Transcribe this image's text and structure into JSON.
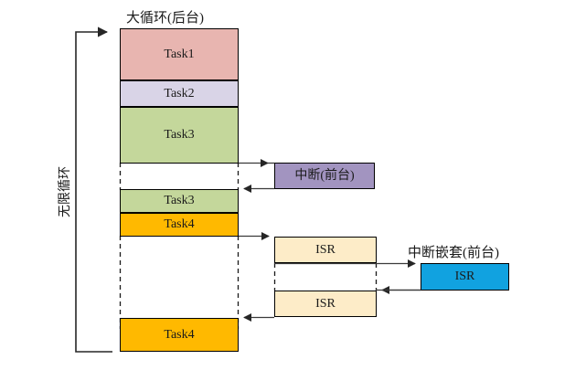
{
  "diagram": {
    "title_main": "大循环(后台)",
    "title_nested": "中断嵌套(前台)",
    "loop_label": "无限循环",
    "colors": {
      "task1": "#e8b5b0",
      "task2": "#d9d4e7",
      "task3": "#c4d79b",
      "task4": "#ffb900",
      "interrupt": "#a294c0",
      "isr": "#fdecc8",
      "isr_nested": "#11a2e0",
      "stroke": "#000000",
      "background": "#ffffff"
    },
    "background_column": {
      "label_main": "大循环(后台)",
      "blocks": [
        {
          "name": "Task1",
          "label": "Task1",
          "color": "#e8b5b0"
        },
        {
          "name": "Task2",
          "label": "Task2",
          "color": "#d9d4e7"
        },
        {
          "name": "Task3",
          "label": "Task3",
          "color": "#c4d79b"
        },
        {
          "name": "Task3-resumed",
          "label": "Task3",
          "color": "#c4d79b"
        },
        {
          "name": "Task4",
          "label": "Task4",
          "color": "#ffb900"
        },
        {
          "name": "Task4-resumed",
          "label": "Task4",
          "color": "#ffb900"
        }
      ]
    },
    "foreground_column": {
      "label_interrupt": "中断(前台)",
      "blocks": [
        {
          "name": "interrupt",
          "label": "中断(前台)",
          "color": "#a294c0"
        },
        {
          "name": "isr-first",
          "label": "ISR",
          "color": "#fdecc8"
        },
        {
          "name": "isr-second",
          "label": "ISR",
          "color": "#fdecc8"
        }
      ]
    },
    "nested_column": {
      "label_nested": "中断嵌套(前台)",
      "blocks": [
        {
          "name": "isr-nested",
          "label": "ISR",
          "color": "#11a2e0"
        }
      ]
    }
  }
}
